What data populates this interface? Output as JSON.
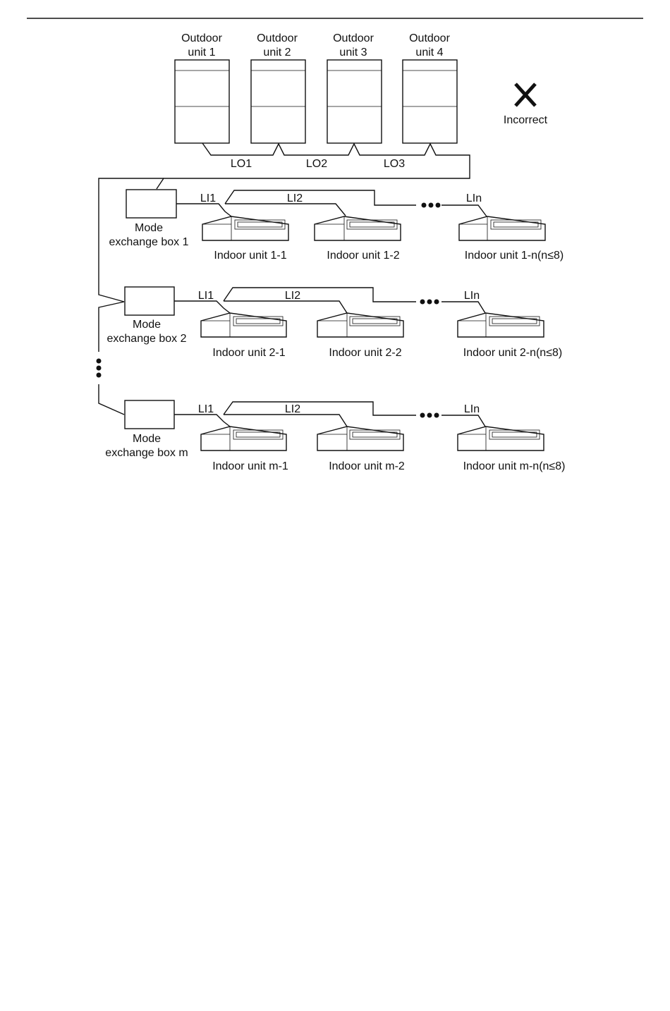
{
  "outdoor_units": [
    {
      "line1": "Outdoor",
      "line2": "unit 1"
    },
    {
      "line1": "Outdoor",
      "line2": "unit 2"
    },
    {
      "line1": "Outdoor",
      "line2": "unit 3"
    },
    {
      "line1": "Outdoor",
      "line2": "unit 4"
    }
  ],
  "outdoor_pipe_labels": [
    "LO1",
    "LO2",
    "LO3"
  ],
  "incorrect_mark": {
    "label": "Incorrect",
    "icon": "cross-icon"
  },
  "mode_boxes": [
    {
      "line1": "Mode",
      "line2": "exchange box 1",
      "pipe_labels": [
        "LI1",
        "LI2",
        "LIn"
      ],
      "indoor_units": [
        "Indoor unit 1-1",
        "Indoor unit 1-2",
        "Indoor unit 1-n(n≤8)"
      ]
    },
    {
      "line1": "Mode",
      "line2": "exchange box 2",
      "pipe_labels": [
        "LI1",
        "LI2",
        "LIn"
      ],
      "indoor_units": [
        "Indoor unit 2-1",
        "Indoor unit 2-2",
        "Indoor unit 2-n(n≤8)"
      ]
    },
    {
      "line1": "Mode",
      "line2": "exchange box m",
      "pipe_labels": [
        "LI1",
        "LI2",
        "LIn"
      ],
      "indoor_units": [
        "Indoor unit m-1",
        "Indoor unit m-2",
        "Indoor unit m-n(n≤8)"
      ]
    }
  ]
}
